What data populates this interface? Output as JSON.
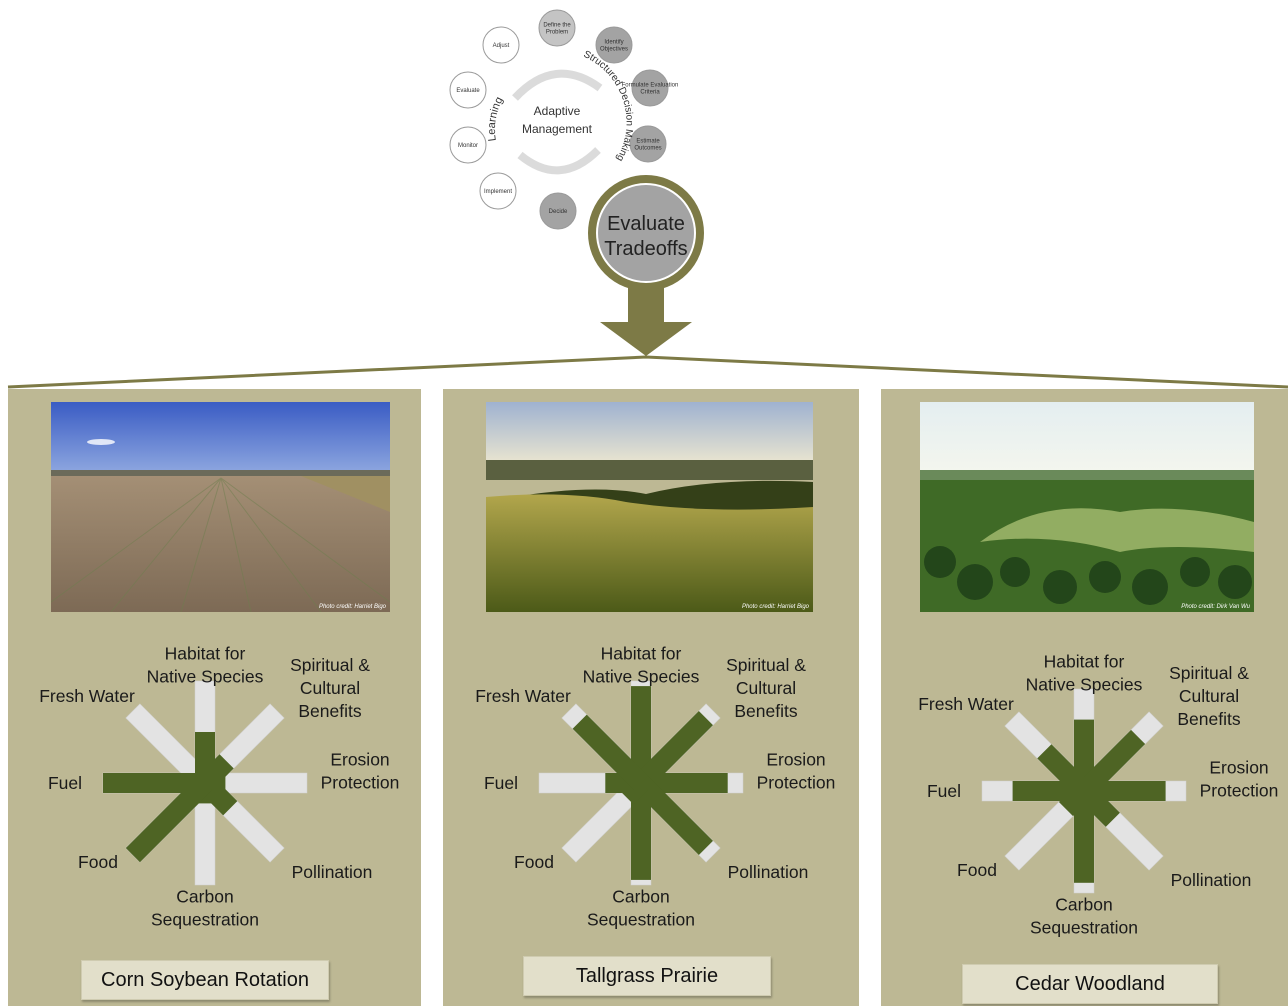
{
  "cycle": {
    "center_line1": "Adaptive",
    "center_line2": "Management",
    "left_arc": "Learning",
    "right_arc": "Structured Decision Making",
    "nodes": [
      "Define the Problem",
      "Identify Objectives",
      "Formulate Evaluation Criteria",
      "Estimate Outcomes",
      "Evaluate Tradeoffs",
      "Decide",
      "Implement",
      "Monitor",
      "Evaluate",
      "Adjust"
    ],
    "highlight_line1": "Evaluate",
    "highlight_line2": "Tradeoffs"
  },
  "colors": {
    "accent": "#7d7a46",
    "panel": "#bdb894",
    "bar_filled": "#4e6424",
    "bar_empty": "#e3e3e3",
    "caption_bg": "#e2dfca"
  },
  "spoke_labels": {
    "habitat": [
      "Habitat for",
      "Native Species"
    ],
    "spiritual": [
      "Spiritual &",
      "Cultural",
      "Benefits"
    ],
    "erosion": [
      "Erosion",
      "Protection"
    ],
    "pollination": [
      "Pollination"
    ],
    "carbon": [
      "Carbon",
      "Sequestration"
    ],
    "food": [
      "Food"
    ],
    "fuel": [
      "Fuel"
    ],
    "freshwater": [
      "Fresh Water"
    ]
  },
  "spoke_order": [
    "habitat",
    "spiritual",
    "erosion",
    "pollination",
    "carbon",
    "food",
    "fuel",
    "freshwater"
  ],
  "panels": [
    {
      "caption": "Corn Soybean Rotation",
      "photo_credit": "Photo credit: Harriet Bigo",
      "values": {
        "habitat": 0.5,
        "spiritual": 0.3,
        "erosion": 0.2,
        "pollination": 0.35,
        "carbon": 0.2,
        "food": 1.0,
        "fuel": 1.0,
        "freshwater": 0.1
      }
    },
    {
      "caption": "Tallgrass Prairie",
      "photo_credit": "Photo credit: Harriet Bigo",
      "values": {
        "habitat": 0.95,
        "spiritual": 0.9,
        "erosion": 0.85,
        "pollination": 0.9,
        "carbon": 0.95,
        "food": 0.2,
        "fuel": 0.35,
        "freshwater": 0.85
      }
    },
    {
      "caption": "Cedar Woodland",
      "photo_credit": "Photo credit: Dirk Van Wu",
      "values": {
        "habitat": 0.7,
        "spiritual": 0.75,
        "erosion": 0.8,
        "pollination": 0.4,
        "carbon": 0.9,
        "food": 0.25,
        "fuel": 0.7,
        "freshwater": 0.55
      }
    }
  ]
}
